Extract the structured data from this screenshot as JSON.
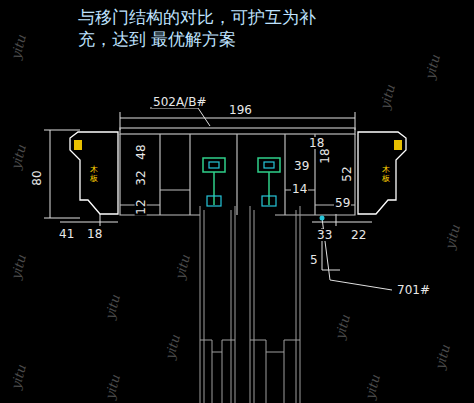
{
  "diagram": {
    "title": "与移门结构的对比，可护互为补充，达到 最优解方案",
    "labels": [
      "502A/B#",
      "196",
      "18",
      "48",
      "32",
      "12",
      "80",
      "41",
      "18",
      "39",
      "18",
      "14",
      "52",
      "59",
      "33",
      "22",
      "5",
      "701#",
      "木板",
      "木板",
      "yitu",
      "yitu",
      "yitu",
      "yitu",
      "yitu",
      "yitu",
      "yitu",
      "yitu",
      "yitu",
      "yitu",
      "yitu",
      "yitu",
      "yitu",
      "yitu"
    ]
  }
}
